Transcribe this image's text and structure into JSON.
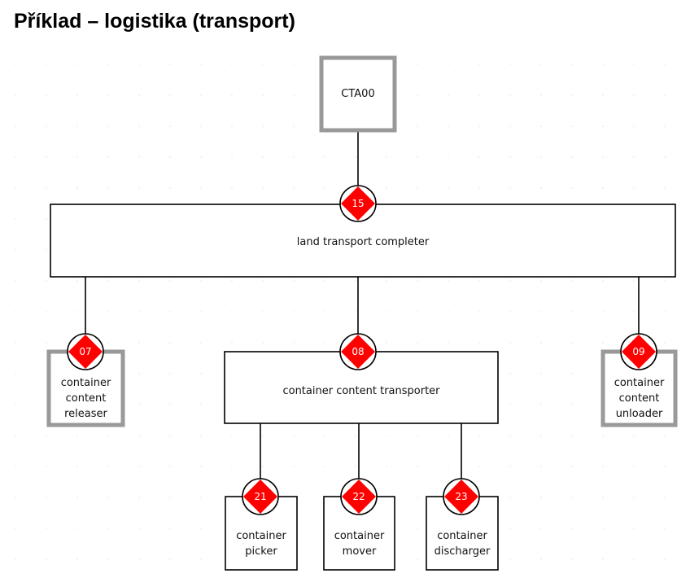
{
  "title": "Příklad – logistika (transport)",
  "colors": {
    "badge_fill": "#ff0000",
    "gray_box_border": "#999999",
    "black_box_border": "#000000"
  },
  "nodes": {
    "cta00": {
      "label": "CTA00"
    },
    "land_transport_completer": {
      "badge": "15",
      "label": "land transport completer"
    },
    "container_content_releaser": {
      "badge": "07",
      "label": "container content releaser"
    },
    "container_content_transporter": {
      "badge": "08",
      "label": "container content transporter"
    },
    "container_content_unloader": {
      "badge": "09",
      "label": "container content unloader"
    },
    "container_picker": {
      "badge": "21",
      "label": "container picker"
    },
    "container_mover": {
      "badge": "22",
      "label": "container mover"
    },
    "container_discharger": {
      "badge": "23",
      "label": "container discharger"
    }
  }
}
